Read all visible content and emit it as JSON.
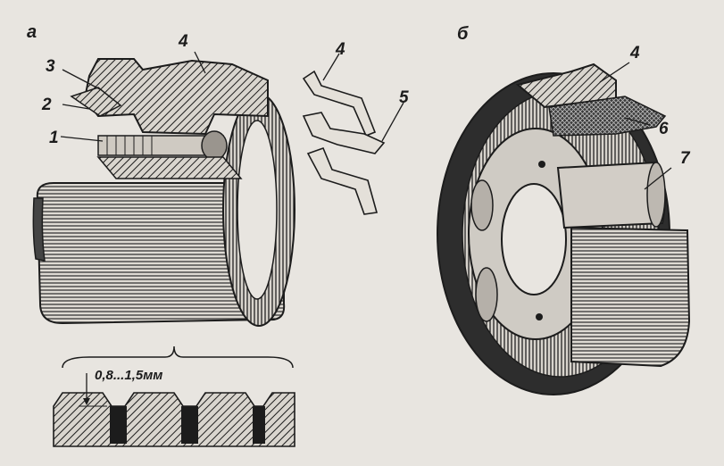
{
  "panel_a": {
    "letter": "а",
    "callouts": {
      "n1": "1",
      "n2": "2",
      "n3": "3",
      "n4_top": "4",
      "n4_spring": "4",
      "n5": "5"
    },
    "dimension": "0,8...1,5мм"
  },
  "panel_b": {
    "letter": "б",
    "callouts": {
      "n4": "4",
      "n6": "6",
      "n7": "7"
    }
  },
  "colors": {
    "ink": "#1c1c1c",
    "paper": "#e8e5e0"
  }
}
